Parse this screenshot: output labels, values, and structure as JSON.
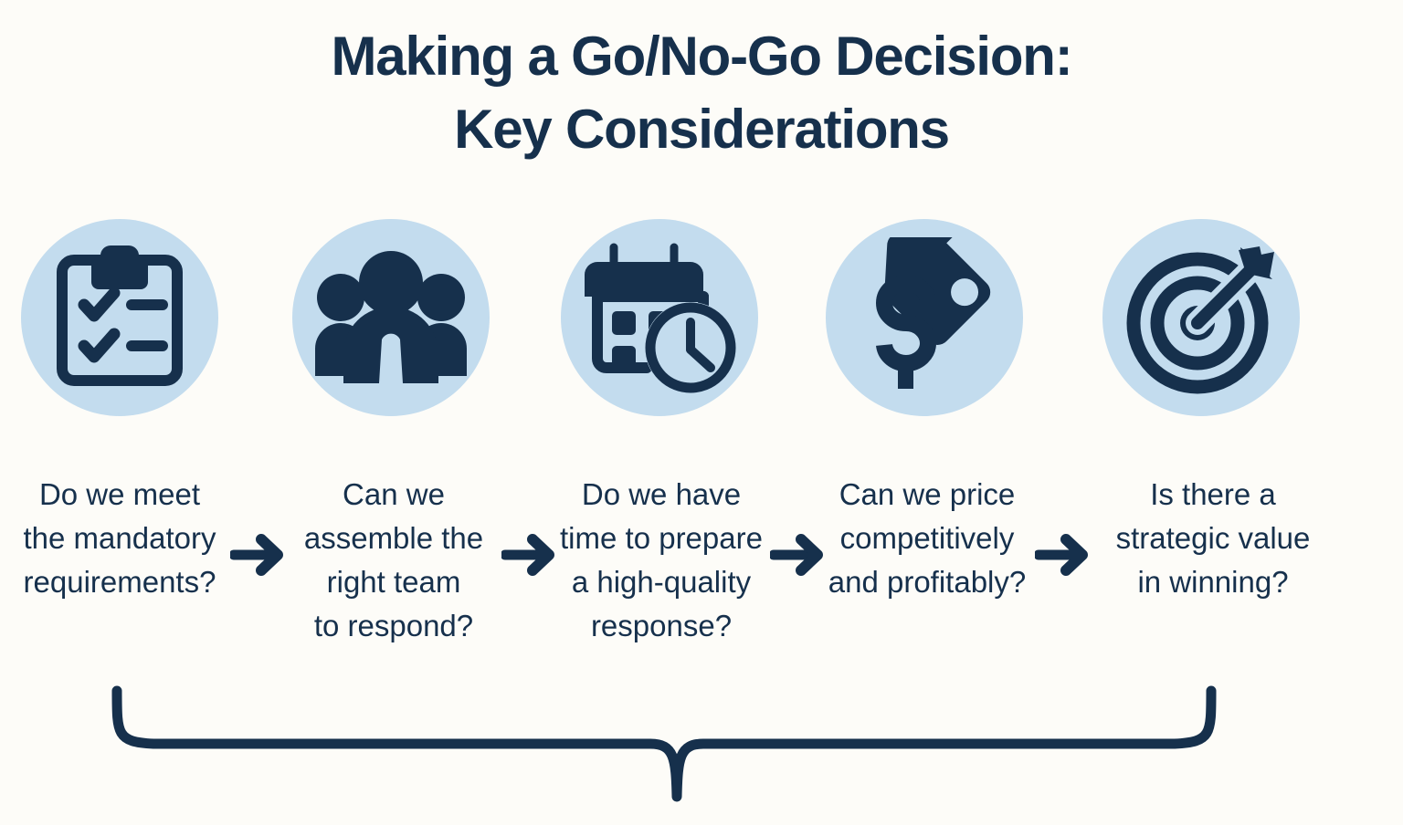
{
  "page": {
    "background_color": "#fdfcf8",
    "accent_dark": "#16304c",
    "accent_light": "#c3dcee"
  },
  "title": {
    "line1": "Making a Go/No-Go Decision:",
    "line2": "Key Considerations"
  },
  "steps": [
    {
      "icon_name": "clipboard-checklist-icon",
      "caption_lines": [
        "Do we meet",
        "the mandatory",
        "requirements?"
      ]
    },
    {
      "icon_name": "team-people-icon",
      "caption_lines": [
        "Can we",
        "assemble the",
        "right team",
        "to respond?"
      ]
    },
    {
      "icon_name": "calendar-clock-icon",
      "caption_lines": [
        "Do we have",
        "time to prepare",
        "a high-quality",
        "response?"
      ]
    },
    {
      "icon_name": "price-tag-dollar-icon",
      "caption_lines": [
        "Can we price",
        "competitively",
        "and profitably?"
      ]
    },
    {
      "icon_name": "target-arrow-icon",
      "caption_lines": [
        "Is there a",
        "strategic value",
        "in winning?"
      ]
    }
  ],
  "connectors": [
    {
      "icon_name": "arrow-right-icon"
    },
    {
      "icon_name": "arrow-right-icon"
    },
    {
      "icon_name": "arrow-right-icon"
    },
    {
      "icon_name": "arrow-right-icon"
    }
  ],
  "brace": {
    "icon_name": "curly-brace-down-icon"
  }
}
